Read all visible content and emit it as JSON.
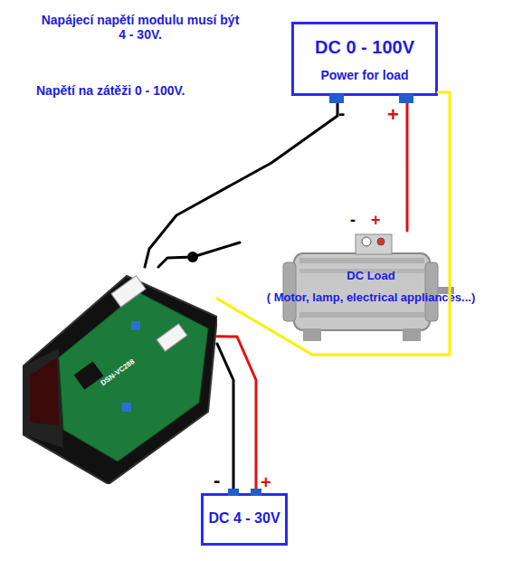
{
  "diagram": {
    "nodes": [
      {
        "text": [
          "DC 0 - 100V",
          "Power for load"
        ]
      },
      {
        "text": [
          "DC Load",
          "( Motor, lamp, electrical appliances...)"
        ]
      },
      {
        "text": [
          "DC 4 - 30V"
        ]
      },
      {
        "text": [
          "DSN-VC288"
        ]
      }
    ],
    "edges": [
      {
        "from": 0,
        "to": 3,
        "arrow": "none"
      },
      {
        "from": 0,
        "to": 1,
        "arrow": "none"
      },
      {
        "from": 0,
        "to": 3,
        "arrow": "none"
      },
      {
        "from": 1,
        "to": 3,
        "arrow": "none"
      },
      {
        "from": 2,
        "to": 3,
        "arrow": "none"
      },
      {
        "from": 2,
        "to": 3,
        "arrow": "none"
      }
    ],
    "labels": [
      "Napájecí napětí modulu musí být 4 - 30V.",
      "Napětí na zátěži 0 - 100V.",
      "-",
      "+",
      "-",
      "+",
      "-",
      "+"
    ]
  }
}
